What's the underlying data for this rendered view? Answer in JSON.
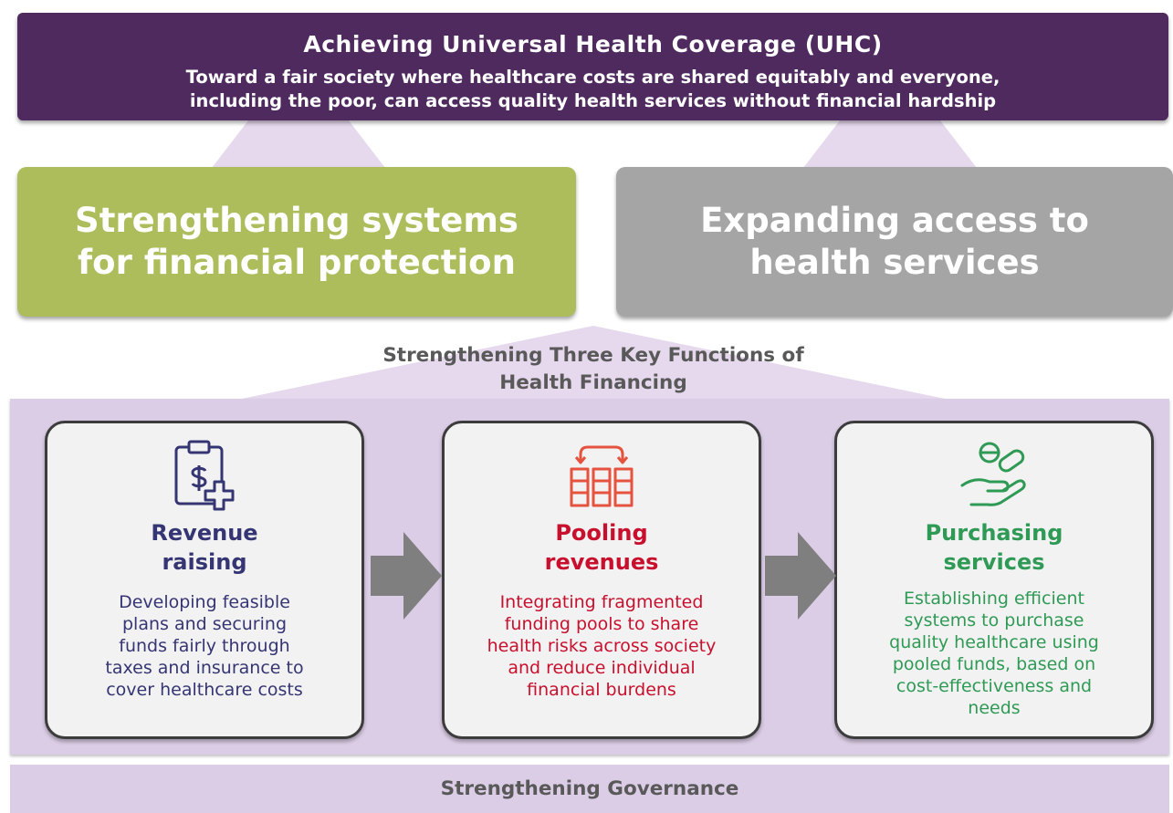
{
  "banner": {
    "title": "Achieving Universal Health Coverage (UHC)",
    "subtitle_line1": "Toward a fair society where healthcare costs are shared equitably and everyone,",
    "subtitle_line2": "including the poor, can access quality health services without financial hardship"
  },
  "pillars": {
    "left_line1": "Strengthening systems",
    "left_line2": "for financial protection",
    "right_line1": "Expanding access to",
    "right_line2": "health services"
  },
  "functions_label": {
    "line1": "Strengthening Three Key Functions of",
    "line2": "Health Financing"
  },
  "cards": [
    {
      "icon": "clipboard-dollar-icon",
      "title_line1": "Revenue",
      "title_line2": "raising",
      "desc_lines": [
        "Developing feasible",
        "plans and securing",
        "funds fairly through",
        "taxes and insurance to",
        "cover healthcare costs"
      ]
    },
    {
      "icon": "pooling-funds-icon",
      "title_line1": "Pooling",
      "title_line2": "revenues",
      "desc_lines": [
        "Integrating fragmented",
        "funding pools to share",
        "health risks across society",
        "and reduce individual",
        "financial burdens"
      ]
    },
    {
      "icon": "hand-pills-icon",
      "title_line1": "Purchasing",
      "title_line2": "services",
      "desc_lines": [
        "Establishing efficient",
        "systems to purchase",
        "quality healthcare using",
        "pooled funds, based on",
        "cost-effectiveness and",
        "needs"
      ]
    }
  ],
  "governance": "Strengthening Governance",
  "colors": {
    "banner": "#4f2a5f",
    "pillar_left": "#adbd5c",
    "pillar_right": "#a5a5a5",
    "panel": "#dccde6",
    "revenue": "#353574",
    "pooling": "#c8102e",
    "purchasing": "#2f9a55"
  }
}
